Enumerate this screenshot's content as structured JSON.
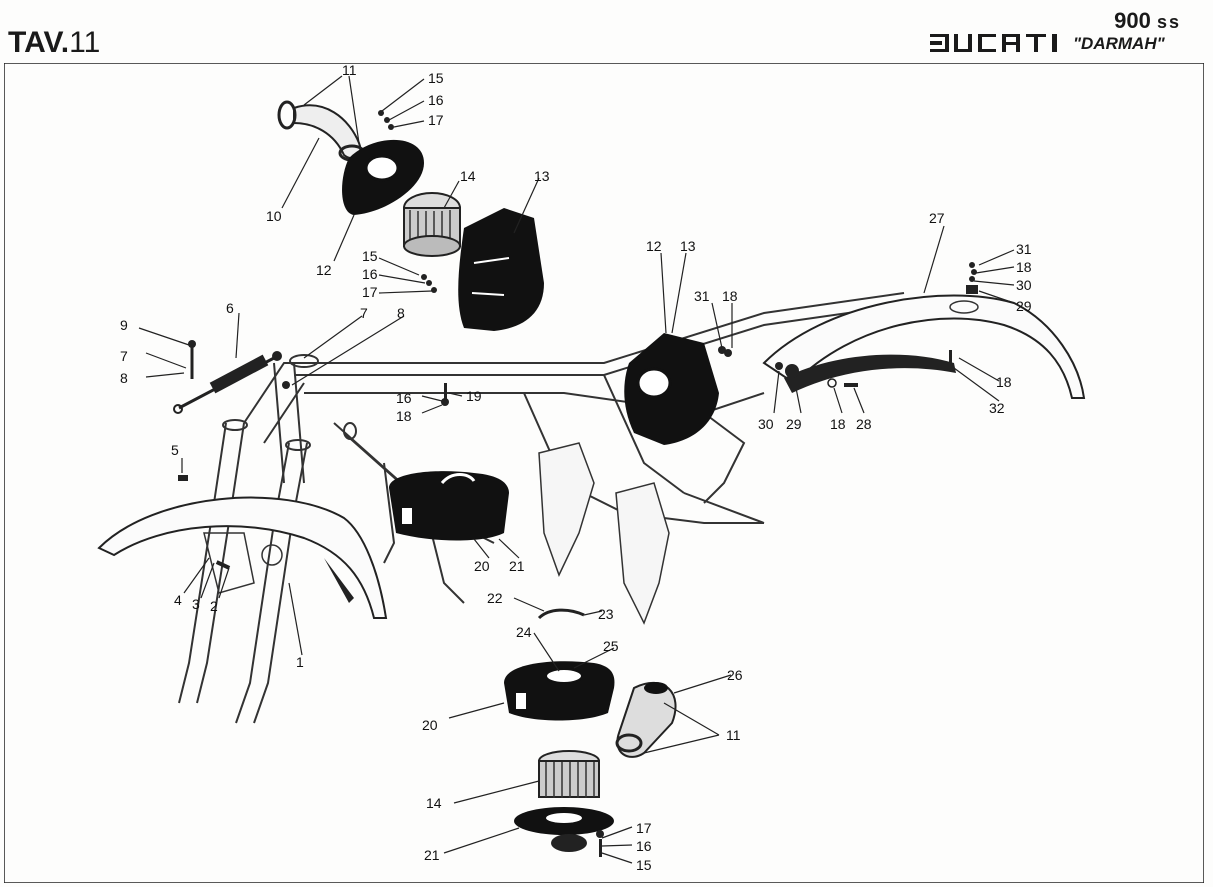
{
  "header": {
    "tav_prefix": "TAV.",
    "tav_number": "11",
    "model_number": "900",
    "model_suffix": "ss",
    "brand": "DUCATI",
    "model_name": "\"DARMAH\""
  },
  "callouts": [
    {
      "id": "c11a",
      "label": "11"
    },
    {
      "id": "c15a",
      "label": "15"
    },
    {
      "id": "c16a",
      "label": "16"
    },
    {
      "id": "c17a",
      "label": "17"
    },
    {
      "id": "c10",
      "label": "10"
    },
    {
      "id": "c14a",
      "label": "14"
    },
    {
      "id": "c13a",
      "label": "13"
    },
    {
      "id": "c12a",
      "label": "12"
    },
    {
      "id": "c15b",
      "label": "15"
    },
    {
      "id": "c16b",
      "label": "16"
    },
    {
      "id": "c17b",
      "label": "17"
    },
    {
      "id": "c12b",
      "label": "12"
    },
    {
      "id": "c13b",
      "label": "13"
    },
    {
      "id": "c27",
      "label": "27"
    },
    {
      "id": "c31a",
      "label": "31"
    },
    {
      "id": "c18a",
      "label": "18"
    },
    {
      "id": "c30a",
      "label": "30"
    },
    {
      "id": "c29a",
      "label": "29"
    },
    {
      "id": "c9",
      "label": "9"
    },
    {
      "id": "c6",
      "label": "6"
    },
    {
      "id": "c7a",
      "label": "7"
    },
    {
      "id": "c8a",
      "label": "8"
    },
    {
      "id": "c7b",
      "label": "7"
    },
    {
      "id": "c8b",
      "label": "8"
    },
    {
      "id": "c31b",
      "label": "31"
    },
    {
      "id": "c18b",
      "label": "18"
    },
    {
      "id": "c16c",
      "label": "16"
    },
    {
      "id": "c19",
      "label": "19"
    },
    {
      "id": "c18c",
      "label": "18"
    },
    {
      "id": "c30b",
      "label": "30"
    },
    {
      "id": "c29b",
      "label": "29"
    },
    {
      "id": "c18d",
      "label": "18"
    },
    {
      "id": "c28",
      "label": "28"
    },
    {
      "id": "c18e",
      "label": "18"
    },
    {
      "id": "c32",
      "label": "32"
    },
    {
      "id": "c5",
      "label": "5"
    },
    {
      "id": "c20a",
      "label": "20"
    },
    {
      "id": "c21a",
      "label": "21"
    },
    {
      "id": "c4",
      "label": "4"
    },
    {
      "id": "c3",
      "label": "3"
    },
    {
      "id": "c2",
      "label": "2"
    },
    {
      "id": "c22",
      "label": "22"
    },
    {
      "id": "c23",
      "label": "23"
    },
    {
      "id": "c24",
      "label": "24"
    },
    {
      "id": "c25",
      "label": "25"
    },
    {
      "id": "c1",
      "label": "1"
    },
    {
      "id": "c26",
      "label": "26"
    },
    {
      "id": "c20b",
      "label": "20"
    },
    {
      "id": "c11b",
      "label": "11"
    },
    {
      "id": "c14b",
      "label": "14"
    },
    {
      "id": "c17c",
      "label": "17"
    },
    {
      "id": "c16d",
      "label": "16"
    },
    {
      "id": "c21b",
      "label": "21"
    },
    {
      "id": "c15c",
      "label": "15"
    }
  ]
}
